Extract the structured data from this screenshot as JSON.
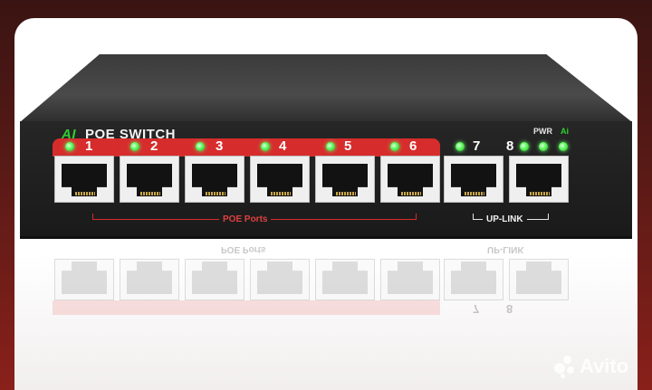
{
  "device": {
    "brand_ai": "AI",
    "title": "POE SWITCH",
    "poe_ports_label": "POE Ports",
    "uplink_label": "UP-LINK",
    "pwr_label": "PWR",
    "ai_indicator": "Ai",
    "ports": [
      {
        "number": "1",
        "type": "poe"
      },
      {
        "number": "2",
        "type": "poe"
      },
      {
        "number": "3",
        "type": "poe"
      },
      {
        "number": "4",
        "type": "poe"
      },
      {
        "number": "5",
        "type": "poe"
      },
      {
        "number": "6",
        "type": "poe"
      },
      {
        "number": "7",
        "type": "uplink"
      },
      {
        "number": "8",
        "type": "uplink"
      }
    ],
    "colors": {
      "accent": "#d72c2c",
      "led": "#5dff5d",
      "body": "#1c1c1c"
    }
  },
  "reflection": {
    "poe_ports_label": "POE Ports",
    "uplink_label": "UP-LINK",
    "port_7": "7",
    "port_8": "8"
  },
  "watermark": {
    "text": "Avito"
  }
}
